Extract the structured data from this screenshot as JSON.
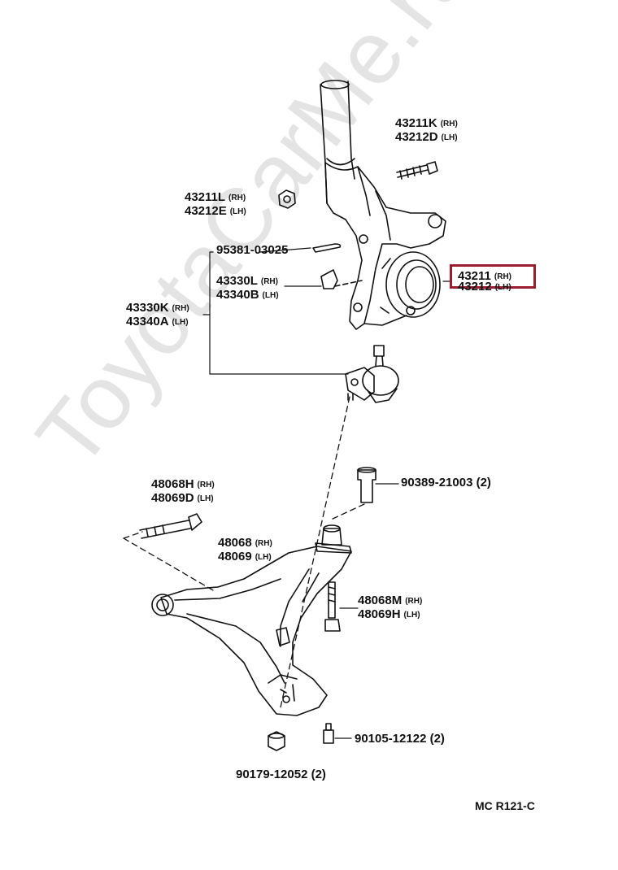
{
  "watermark": "ToyotaCarMe.ru",
  "highlight_color": "#9b1c31",
  "labels": {
    "p43211k": {
      "num": "43211K",
      "side": "(RH)"
    },
    "p43212d": {
      "num": "43212D",
      "side": "(LH)"
    },
    "p43211l": {
      "num": "43211L",
      "side": "(RH)"
    },
    "p43212e": {
      "num": "43212E",
      "side": "(LH)"
    },
    "p95381": {
      "num": "95381-03025"
    },
    "p43330l": {
      "num": "43330L",
      "side": "(RH)"
    },
    "p43340b": {
      "num": "43340B",
      "side": "(LH)"
    },
    "p43330k": {
      "num": "43330K",
      "side": "(RH)"
    },
    "p43340a": {
      "num": "43340A",
      "side": "(LH)"
    },
    "p43211": {
      "num": "43211",
      "side": "(RH)"
    },
    "p43212": {
      "num": "43212",
      "side": "(LH)"
    },
    "p48068h": {
      "num": "48068H",
      "side": "(RH)"
    },
    "p48069d": {
      "num": "48069D",
      "side": "(LH)"
    },
    "p90389": {
      "num": "90389-21003 (2)"
    },
    "p48068": {
      "num": "48068",
      "side": "(RH)"
    },
    "p48069": {
      "num": "48069",
      "side": "(LH)"
    },
    "p48068m": {
      "num": "48068M",
      "side": "(RH)"
    },
    "p48069h": {
      "num": "48069H",
      "side": "(LH)"
    },
    "p90105": {
      "num": "90105-12122 (2)"
    },
    "p90179": {
      "num": "90179-12052 (2)"
    },
    "ref": {
      "num": "MC  R121-C"
    }
  }
}
